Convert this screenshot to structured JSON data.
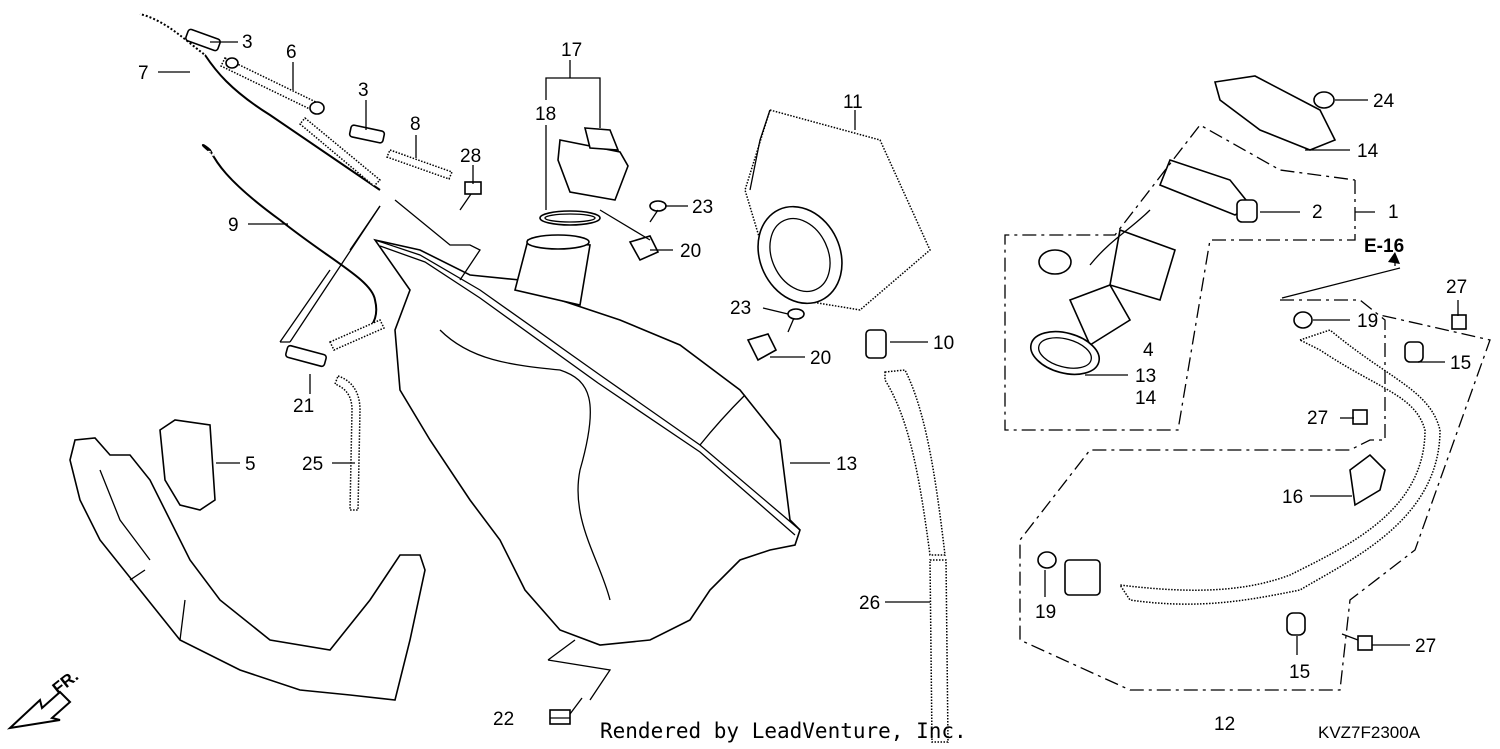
{
  "labels": {
    "p1": "1",
    "p2": "2",
    "p3a": "3",
    "p3b": "3",
    "p4": "4",
    "p5": "5",
    "p6": "6",
    "p7": "7",
    "p8": "8",
    "p9": "9",
    "p10": "10",
    "p11": "11",
    "p12": "12",
    "p13a": "13",
    "p13b": "13",
    "p14a": "14",
    "p14b": "14",
    "p15a": "15",
    "p15b": "15",
    "p16": "16",
    "p17": "17",
    "p18": "18",
    "p19a": "19",
    "p19b": "19",
    "p20a": "20",
    "p20b": "20",
    "p21": "21",
    "p22": "22",
    "p23a": "23",
    "p23b": "23",
    "p24": "24",
    "p25": "25",
    "p26": "26",
    "p27a": "27",
    "p27b": "27",
    "p27c": "27",
    "p28": "28"
  },
  "reference": "E-16",
  "front_marker": "FR.",
  "footer": {
    "credit": "Rendered by LeadVenture, Inc.",
    "diagram_code": "KVZ7F2300A"
  }
}
